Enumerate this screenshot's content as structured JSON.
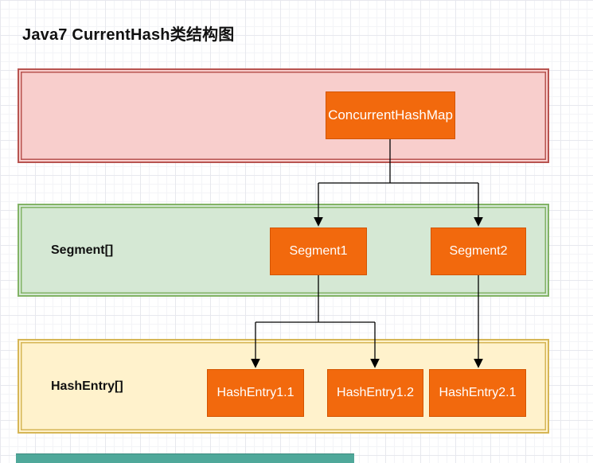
{
  "title": "Java7 CurrentHash类结构图",
  "bands": {
    "concurrenthashmap": {
      "fill": "#F8CECC",
      "border": "#B85450"
    },
    "segment": {
      "label": "Segment[]",
      "fill": "#D5E8D4",
      "border": "#82B366"
    },
    "hashentry": {
      "label": "HashEntry[]",
      "fill": "#FFF2CC",
      "border": "#D6B656"
    }
  },
  "nodes": {
    "concurrenthashmap": {
      "label": "ConcurrentHashMap"
    },
    "segment1": {
      "label": "Segment1"
    },
    "segment2": {
      "label": "Segment2"
    },
    "hashentry11": {
      "label": "HashEntry1.1"
    },
    "hashentry12": {
      "label": "HashEntry1.2"
    },
    "hashentry21": {
      "label": "HashEntry2.1"
    }
  },
  "edges": [
    {
      "from": "ConcurrentHashMap",
      "to": "Segment1"
    },
    {
      "from": "ConcurrentHashMap",
      "to": "Segment2"
    },
    {
      "from": "Segment1",
      "to": "HashEntry1.1"
    },
    {
      "from": "Segment1",
      "to": "HashEntry1.2"
    },
    {
      "from": "Segment2",
      "to": "HashEntry2.1"
    }
  ],
  "node_style": {
    "fill": "#F2690D",
    "border": "#D35400",
    "text_color": "#FFFFFF"
  },
  "misc": {
    "bottom_partial_shape_color": "#4FA89A",
    "connector_color": "#000000"
  }
}
